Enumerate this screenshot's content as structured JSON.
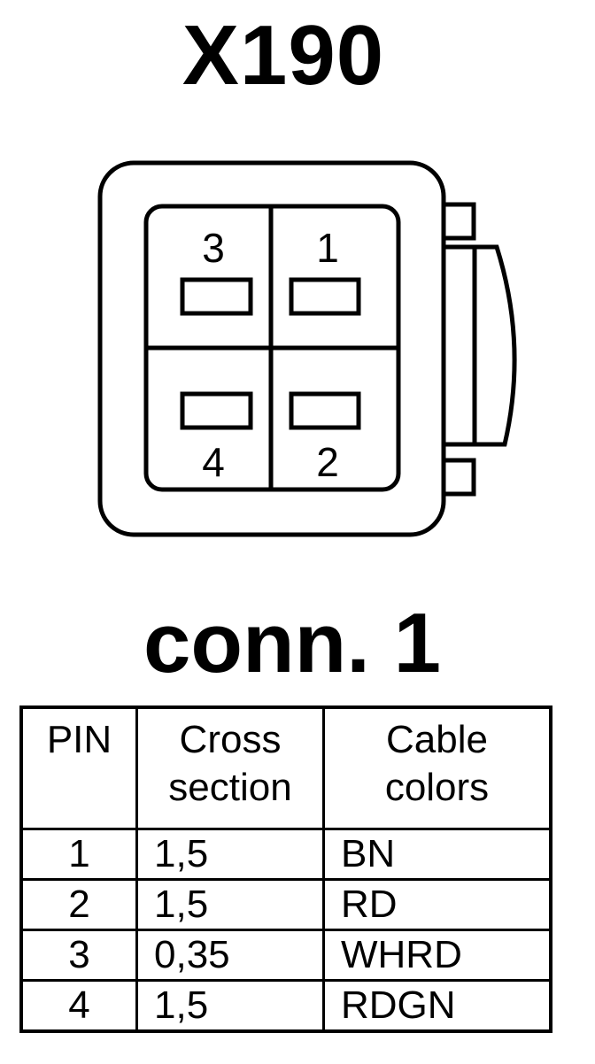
{
  "title": "X190",
  "connector": {
    "pins": {
      "top_left": "3",
      "top_right": "1",
      "bottom_left": "4",
      "bottom_right": "2"
    }
  },
  "connector_label": "conn. 1",
  "table": {
    "headers": {
      "pin": "PIN",
      "cross_line1": "Cross",
      "cross_line2": "section",
      "color_line1": "Cable",
      "color_line2": "colors"
    },
    "rows": [
      {
        "pin": "1",
        "cross_section": "1,5",
        "color": "BN"
      },
      {
        "pin": "2",
        "cross_section": "1,5",
        "color": "RD"
      },
      {
        "pin": "3",
        "cross_section": "0,35",
        "color": "WHRD"
      },
      {
        "pin": "4",
        "cross_section": "1,5",
        "color": "RDGN"
      }
    ]
  }
}
